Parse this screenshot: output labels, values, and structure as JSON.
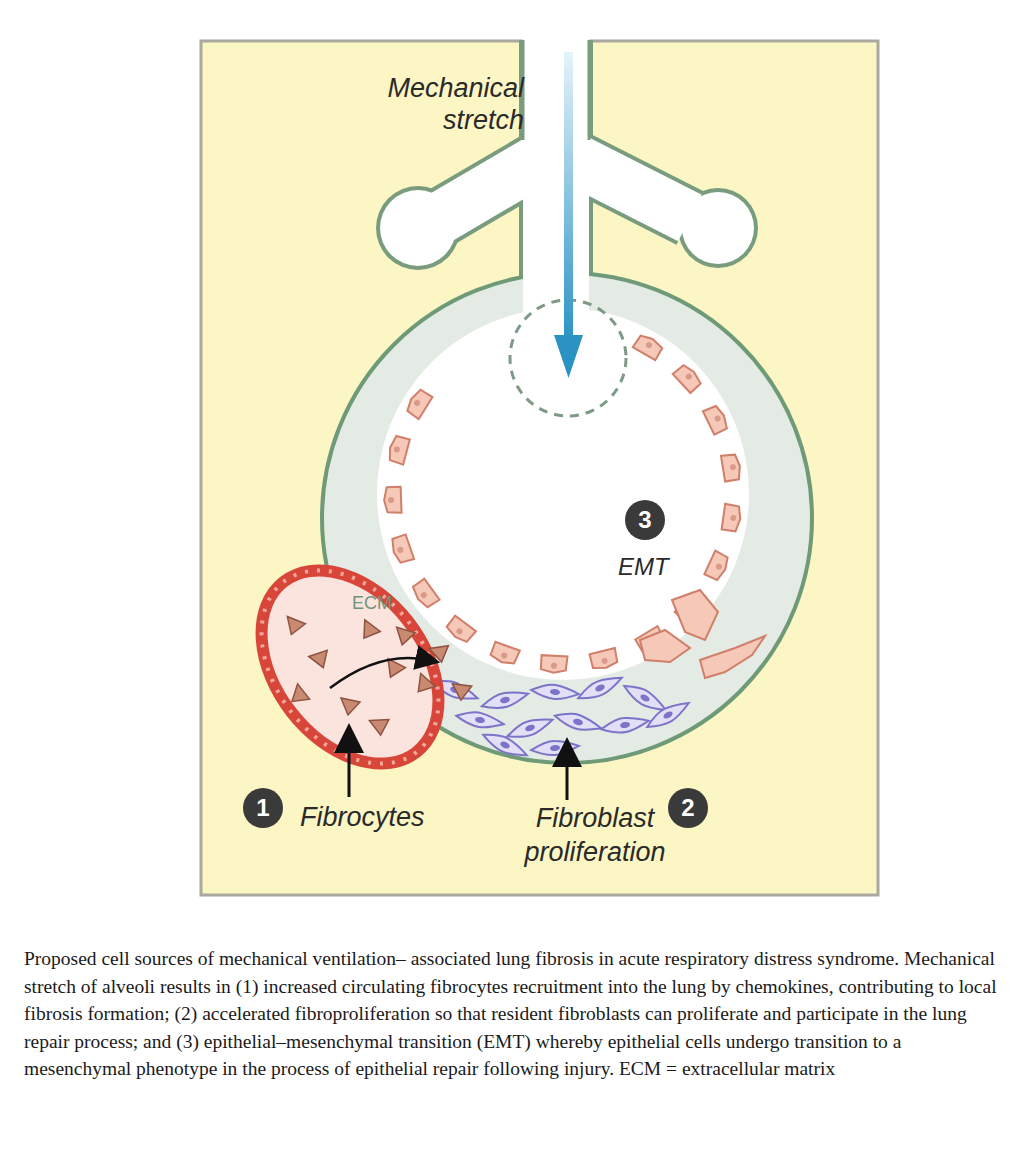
{
  "diagram": {
    "caption": "Proposed cell sources of mechanical ventilation– associated lung fibrosis in acute respiratory distress syndrome. Mechanical stretch of alveoli results in (1) increased circulating fibrocytes recruitment into the lung by chemokines, contributing to local fibrosis formation; (2) accelerated fibroproliferation so that resident fibroblasts can proliferate and participate in the lung repair process; and (3) epithelial–mesenchymal transition (EMT) whereby epithelial cells undergo transition to a mesenchymal phenotype in the process of epithelial repair following injury. ECM = extracellular matrix",
    "labels": [
      "Mechanical stretch",
      "3",
      "EMT",
      "ECM",
      "1",
      "Fibrocytes",
      "Fibroblast proliferation",
      "2"
    ]
  }
}
